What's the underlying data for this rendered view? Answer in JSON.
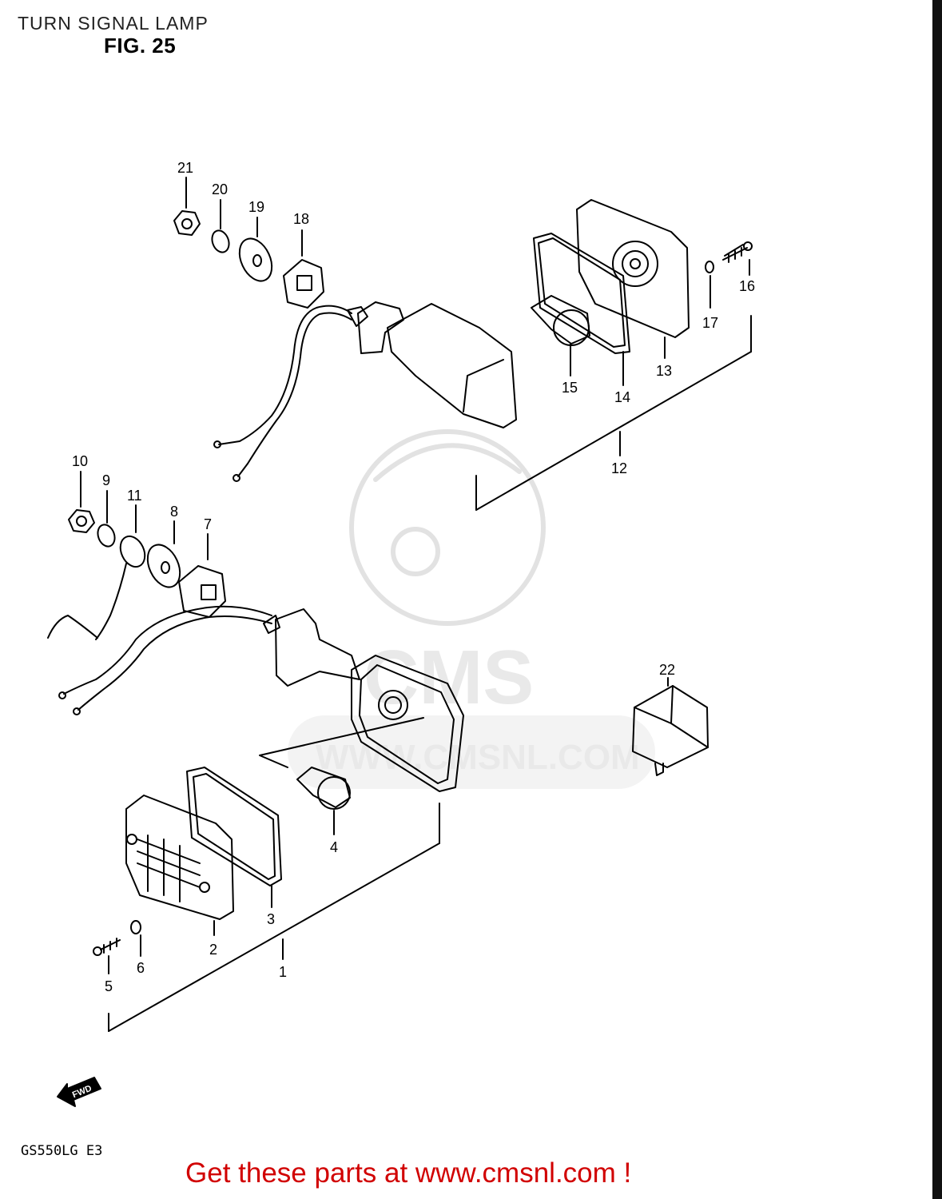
{
  "header": {
    "title": "TURN SIGNAL LAMP",
    "figure": "FIG. 25"
  },
  "watermark": {
    "logo": "CMS",
    "url": "WWW.CMSNL.COM"
  },
  "orientation": {
    "label": "FWD"
  },
  "footer": {
    "model": "GS550LG E3",
    "cta": "Get these parts at www.cmsnl.com !"
  },
  "parts": [
    "1",
    "2",
    "3",
    "4",
    "5",
    "6",
    "7",
    "8",
    "9",
    "10",
    "11",
    "12",
    "13",
    "14",
    "15",
    "16",
    "17",
    "18",
    "19",
    "20",
    "21",
    "22"
  ],
  "colors": {
    "line": "#000000",
    "cta": "#d10000",
    "watermark": "#e9e9e9"
  }
}
